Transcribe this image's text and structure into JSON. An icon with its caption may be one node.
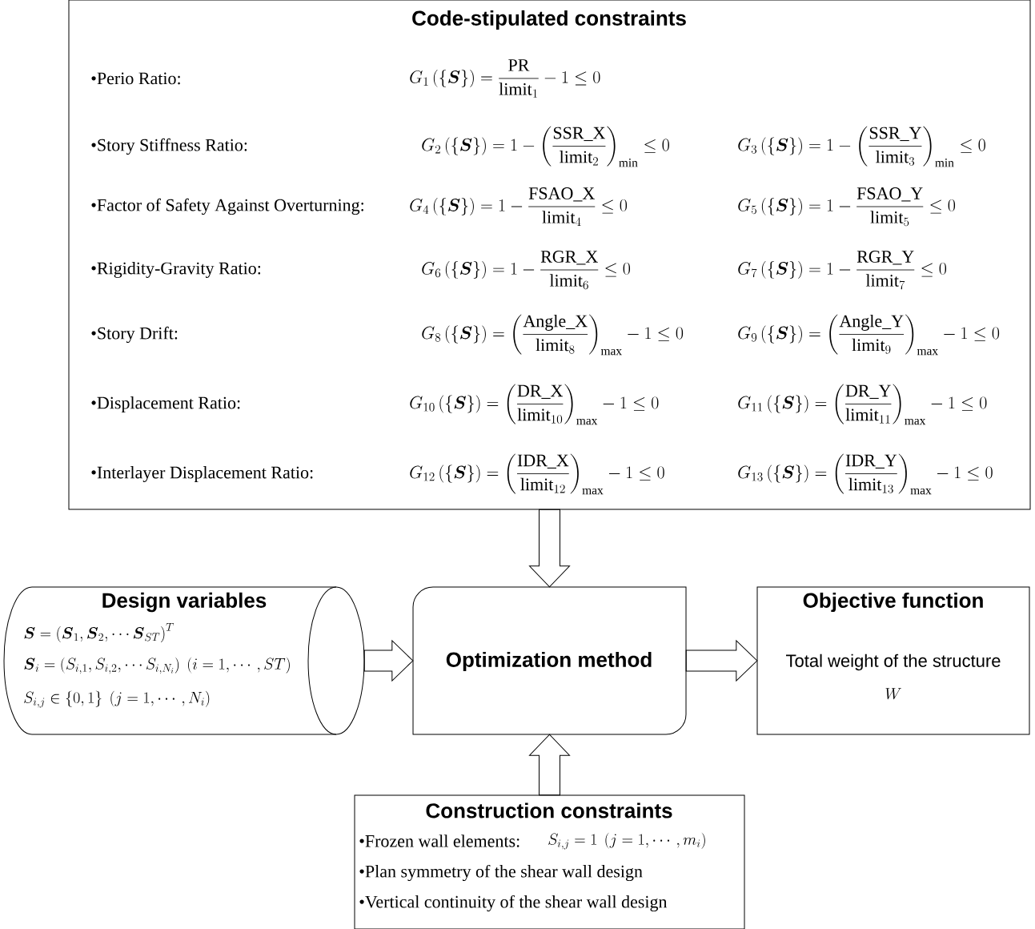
{
  "diagram": {
    "nodes": [
      {
        "text": [
          "Code-stipulated constraints",
          "•Perio Ratio:",
          "G_1\\left(\\left\\{\\boldsymbol{S}\\right\\}\\right)=\\frac{\\text{PR}}{\\text{limit}_1}-1\\le 0",
          "•Story Stiffness Ratio:",
          "G_2\\left(\\left\\{\\boldsymbol{S}\\right\\}\\right)=1-\\left(\\frac{\\text{SSR\\_X}}{\\text{limit}_2}\\right)_{\\min}\\le 0",
          "G_3\\left(\\left\\{\\boldsymbol{S}\\right\\}\\right)=1-\\left(\\frac{\\text{SSR\\_Y}}{\\text{limit}_3}\\right)_{\\min}\\le 0",
          "•Factor of Safety Against Overturning:",
          "G_4\\left(\\left\\{\\boldsymbol{S}\\right\\}\\right)=1-\\frac{\\text{FSAO\\_X}}{\\text{limit}_4}\\le 0",
          "G_5\\left(\\left\\{\\boldsymbol{S}\\right\\}\\right)=1-\\frac{\\text{FSAO\\_Y}}{\\text{limit}_5}\\le 0",
          "•Rigidity-Gravity Ratio:",
          "G_6\\left(\\left\\{\\boldsymbol{S}\\right\\}\\right)=1-\\frac{\\text{RGR\\_X}}{\\text{limit}_6}\\le 0",
          "G_7\\left(\\left\\{\\boldsymbol{S}\\right\\}\\right)=1-\\frac{\\text{RGR\\_Y}}{\\text{limit}_7}\\le 0",
          "•Story Drift:",
          "G_8\\left(\\left\\{\\boldsymbol{S}\\right\\}\\right)=\\left(\\frac{\\text{Angle\\_X}}{\\text{limit}_8}\\right)_{\\max}-1\\le 0",
          "G_9\\left(\\left\\{\\boldsymbol{S}\\right\\}\\right)=\\left(\\frac{\\text{Angle\\_Y}}{\\text{limit}_9}\\right)_{\\max}-1\\le 0",
          "•Displacement Ratio:",
          "G_{10}\\left(\\left\\{\\boldsymbol{S}\\right\\}\\right)=\\left(\\frac{\\text{DR\\_X}}{\\text{limit}_{10}}\\right)_{\\max}-1\\le 0",
          "G_{11}\\left(\\left\\{\\boldsymbol{S}\\right\\}\\right)=\\left(\\frac{\\text{DR\\_Y}}{\\text{limit}_{11}}\\right)_{\\max}-1\\le 0",
          "•Interlayer Displacement Ratio:",
          "G_{12}\\left(\\left\\{\\boldsymbol{S}\\right\\}\\right)=\\left(\\frac{\\text{IDR\\_X}}{\\text{limit}_{12}}\\right)_{\\max}-1\\le 0",
          "G_{13}\\left(\\left\\{\\boldsymbol{S}\\right\\}\\right)=\\left(\\frac{\\text{IDR\\_Y}}{\\text{limit}_{13}}\\right)_{\\max}-1\\le 0"
        ]
      },
      {
        "text": [
          "Design variables",
          "\\boldsymbol{S}=\\left(\\boldsymbol{S}_1,\\boldsymbol{S}_2,\\cdots\\boldsymbol{S}_{ST}\\right)^T",
          "\\boldsymbol{S}_i=(S_{i,1},S_{i,2},\\cdots S_{i,N_i})\\ \\left(i=1,\\cdots,ST\\right)",
          "S_{i,j}\\in\\left\\{0,1\\right\\}\\ \\left(j=1,\\cdots,N_i\\right)"
        ]
      },
      {
        "text": [
          "Optimization method"
        ]
      },
      {
        "text": [
          "Objective function",
          "Total weight of the structure",
          "W"
        ]
      },
      {
        "text": [
          "Construction constraints",
          "•Frozen wall elements:",
          "S_{i,j}=1\\ \\left(j=1,\\cdots,m_i\\right)",
          "•Plan symmetry of the shear wall design",
          "•Vertical continuity of the shear wall design"
        ]
      }
    ],
    "edges": [
      {
        "from": 0,
        "to": 2,
        "arrow": "to"
      },
      {
        "from": 1,
        "to": 2,
        "arrow": "to"
      },
      {
        "from": 2,
        "to": 3,
        "arrow": "to"
      },
      {
        "from": 4,
        "to": 2,
        "arrow": "to"
      }
    ]
  }
}
